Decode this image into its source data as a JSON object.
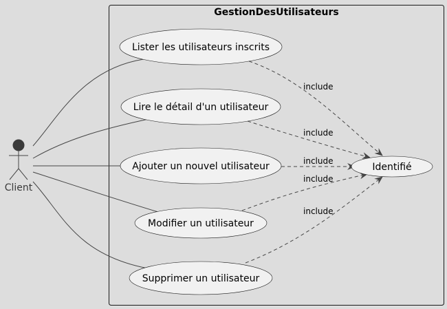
{
  "diagram": {
    "system_title": "GestionDesUtilisateurs",
    "actor": {
      "name": "Client"
    },
    "use_cases": [
      {
        "id": "list",
        "label": "Lister les utilisateurs inscrits"
      },
      {
        "id": "read",
        "label": "Lire le détail d'un utilisateur"
      },
      {
        "id": "add",
        "label": "Ajouter un nouvel utilisateur"
      },
      {
        "id": "edit",
        "label": "Modifier un utilisateur"
      },
      {
        "id": "delete",
        "label": "Supprimer un utilisateur"
      }
    ],
    "target_use_case": {
      "id": "identified",
      "label": "Identifié"
    },
    "relation_label": "include",
    "colors": {
      "background": "#DDDDDD",
      "usecase_fill": "#F1F1F1",
      "line": "#181818",
      "actor_head": "#3A3A3A"
    }
  }
}
